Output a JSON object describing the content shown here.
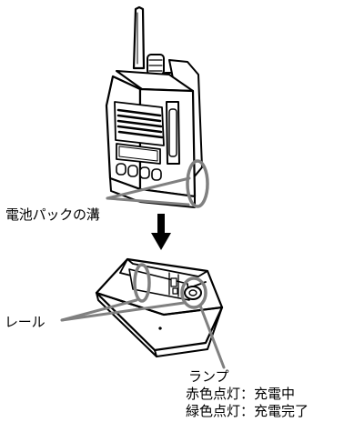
{
  "labels": {
    "battery_pack_groove": "電池パックの溝",
    "rail": "レール",
    "lamp": {
      "title": "ランプ",
      "red": "赤色点灯：充電中",
      "green": "緑色点灯：充電完了"
    }
  },
  "colors": {
    "line": "#000000",
    "highlight": "#808080",
    "body": "#ffffff"
  },
  "icons": [
    "two-way-radio-icon",
    "charger-cradle-icon",
    "down-arrow-icon"
  ]
}
